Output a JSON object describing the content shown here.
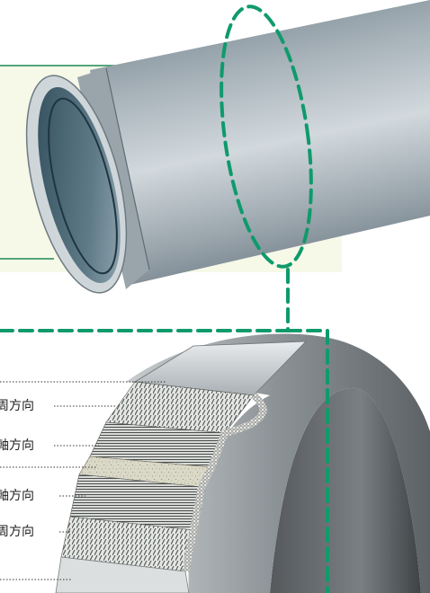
{
  "diagram": {
    "layer_labels": [
      "周方向",
      "軸方向",
      "軸方向",
      "周方向"
    ]
  },
  "colors": {
    "callout_dash": "#0f9a6c",
    "frame_green": "#1f8a54",
    "highlight_panel": "#f6f8e8",
    "pipe_steel": "#8e9aa2",
    "core_sand": "#d8d6c2"
  }
}
